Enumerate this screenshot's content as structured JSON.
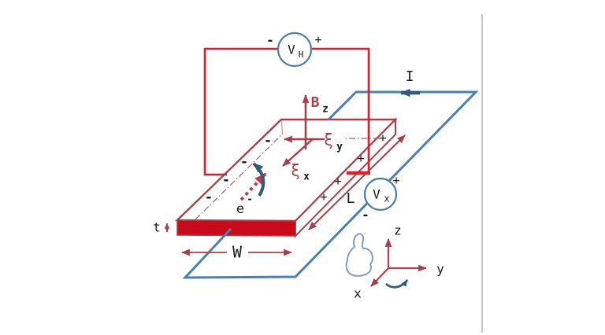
{
  "figure": {
    "description": "Hall effect schematic diagram"
  },
  "voltmeters": {
    "hall": {
      "symbol": "V",
      "subscript": "H",
      "left_sign": "-",
      "right_sign": "+"
    },
    "drive": {
      "symbol": "V",
      "subscript": "x",
      "plus_sign": "+",
      "minus_sign": "-"
    }
  },
  "labels": {
    "magnetic_field": {
      "symbol": "B",
      "subscript": "z"
    },
    "e_field_y": {
      "symbol": "ξ",
      "subscript": "y"
    },
    "e_field_x": {
      "symbol": "ξ",
      "subscript": "x"
    },
    "current": "I",
    "electron": {
      "symbol": "e",
      "superscript": "-"
    },
    "width": "W",
    "length": "L",
    "thickness": "t"
  },
  "axes": {
    "x": "x",
    "y": "y",
    "z": "z"
  },
  "charges": {
    "minus": "-",
    "plus": "+"
  },
  "icons": {
    "right_hand_icon": "thumbs-up-right-hand-rule"
  },
  "colors": {
    "wire_red": "#e11d2b",
    "slab_fill": "#c80a1b",
    "slab_outline": "#a84349",
    "arrow_brick": "#a8404a",
    "wire_blue": "#4b80b2",
    "arrow_dark_blue": "#335a7d",
    "hand_blue": "#7f9fbe",
    "meter_stroke": "#4b7ca8",
    "text": "#1a1a1a",
    "divider": "#c8c8c8"
  }
}
